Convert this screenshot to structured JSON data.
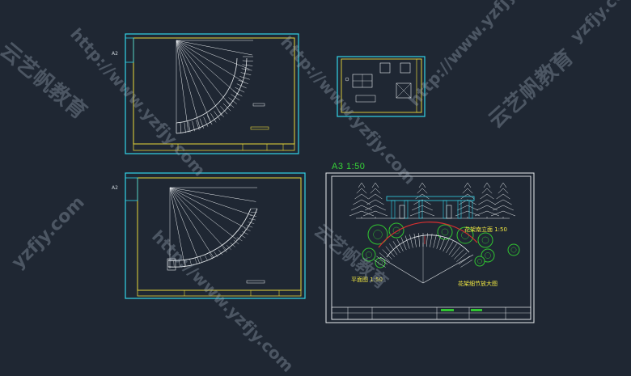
{
  "sheets": {
    "top_left_label": "A2",
    "bottom_left_label": "A2",
    "a3_title": "A3  1:50"
  },
  "notes": {
    "elevation_title": "花架南立面 1:50",
    "plan_title": "平面图 1:50",
    "detail_title": "花架细节放大图"
  },
  "watermarks": {
    "brand_cn": "云艺帆教育",
    "url": "http://www.yzfjy.com",
    "url_short": "yzfjy.com"
  },
  "colors": {
    "background": "#1f2733",
    "frame_cyan": "#33d4e8",
    "frame_yellow": "#e8d83a",
    "line_white": "#e8ecef",
    "green": "#31c531",
    "red": "#d83030"
  }
}
